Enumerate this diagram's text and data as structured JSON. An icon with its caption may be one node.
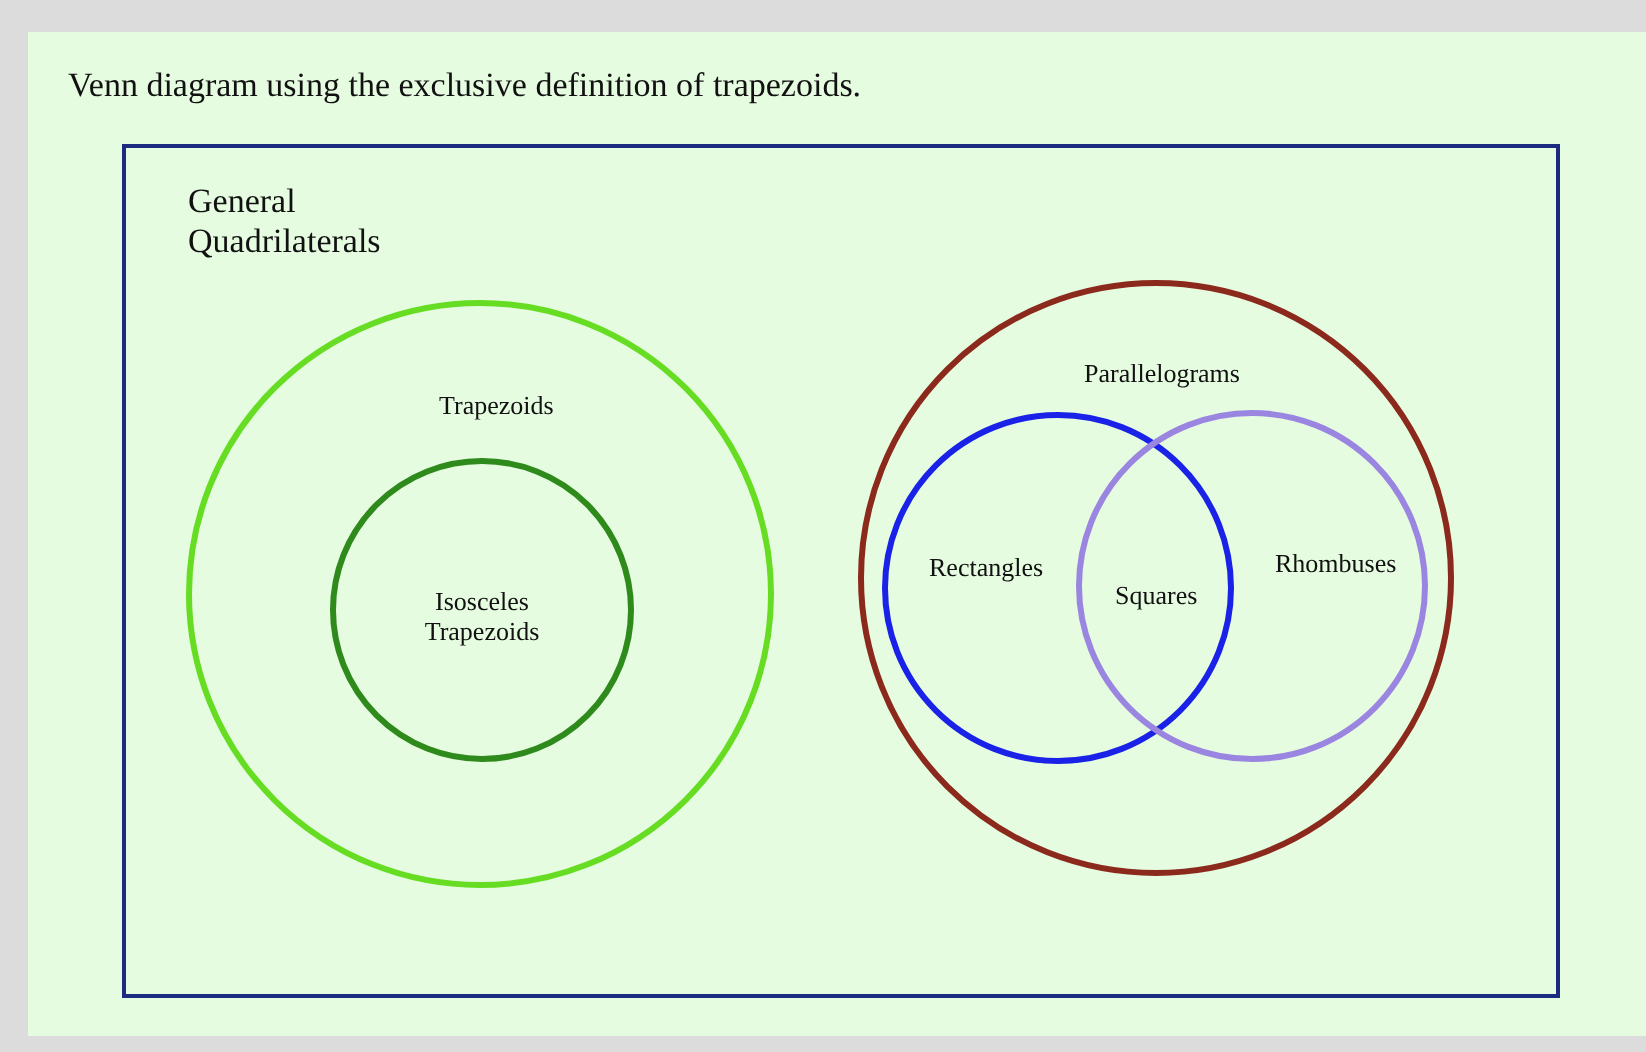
{
  "diagram": {
    "title": "Venn diagram using the exclusive definition of trapezoids.",
    "nodes": [
      {
        "text": [
          "General Quadrilaterals"
        ]
      },
      {
        "text": [
          "Trapezoids"
        ],
        "in": 0
      },
      {
        "text": [
          "Isosceles Trapezoids"
        ],
        "in": 1
      },
      {
        "text": [
          "Parallelograms"
        ],
        "in": 0
      },
      {
        "text": [
          "Rectangles"
        ],
        "in": 3
      },
      {
        "text": [
          "Rhombuses"
        ],
        "in": 3
      }
    ],
    "labels": [
      "Squares"
    ]
  }
}
